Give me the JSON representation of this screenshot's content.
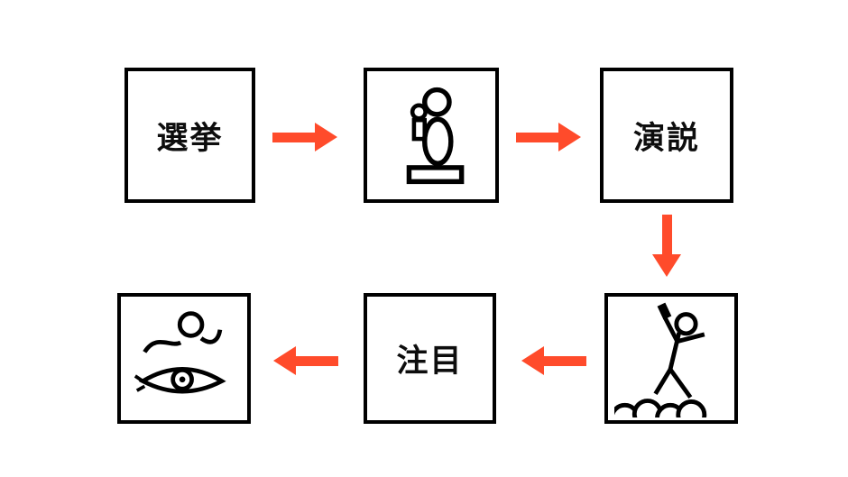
{
  "diagram": {
    "background_color": "#ffffff",
    "box_border_color": "#000000",
    "arrow_color": "#ff4b2b",
    "boxes": [
      {
        "id": "election",
        "type": "text",
        "label": "選挙"
      },
      {
        "id": "podium-speech",
        "type": "icon",
        "icon": "speaker-at-podium-icon"
      },
      {
        "id": "speech",
        "type": "text",
        "label": "演説"
      },
      {
        "id": "excited-performer",
        "type": "icon",
        "icon": "performer-over-crowd-icon"
      },
      {
        "id": "attention",
        "type": "text",
        "label": "注目"
      },
      {
        "id": "observer",
        "type": "icon",
        "icon": "person-and-eye-icon"
      }
    ],
    "arrows": [
      {
        "from": "election",
        "to": "podium-speech",
        "direction": "right"
      },
      {
        "from": "podium-speech",
        "to": "speech",
        "direction": "right"
      },
      {
        "from": "speech",
        "to": "excited-performer",
        "direction": "down"
      },
      {
        "from": "excited-performer",
        "to": "attention",
        "direction": "left"
      },
      {
        "from": "attention",
        "to": "observer",
        "direction": "left"
      }
    ]
  }
}
